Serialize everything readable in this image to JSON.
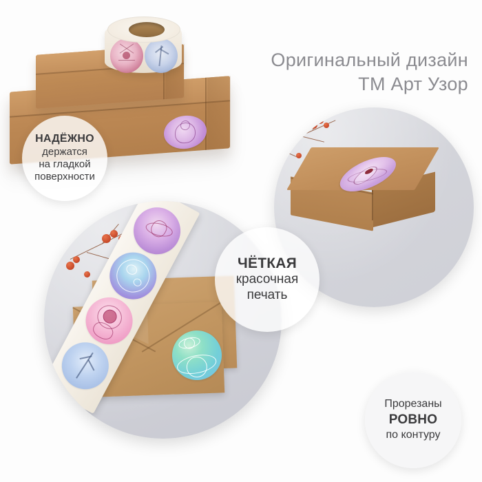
{
  "headline": {
    "line1": "Оригинальный дизайн",
    "line2": "ТМ Арт Узор"
  },
  "badges": [
    {
      "id": "reliable",
      "name": "badge-reliable",
      "line1": "НАДЁЖНО",
      "line2": "держатся",
      "line3": "на гладкой",
      "line4": "поверхности"
    },
    {
      "id": "print",
      "name": "badge-print",
      "line1": "ЧЁТКАЯ",
      "line2": "красочная",
      "line3": "печать"
    },
    {
      "id": "cut",
      "name": "badge-cut",
      "line1": "Прорезаны",
      "line2": "РОВНО",
      "line3": "по контуру"
    }
  ],
  "colors": {
    "background": "#fdfdfd",
    "headline_text": "#8b8b90",
    "badge_text": "#3a3a3c",
    "badge_fill": "#ffffff",
    "kraft": "#c18f5b",
    "photo_backdrop": "#d2d3d9",
    "sticker_violet": "#bb8ed4",
    "sticker_pink": "#ef9cc5",
    "sticker_blue": "#9fb2d8",
    "sticker_teal": "#73cfd8",
    "berry_red": "#b8371c"
  },
  "scene": {
    "photo_boxes_label": "kraft boxes with sticker roll",
    "photo_right_label": "kraft box with round sticker",
    "photo_left_label": "sticker strip on kraft envelopes"
  }
}
